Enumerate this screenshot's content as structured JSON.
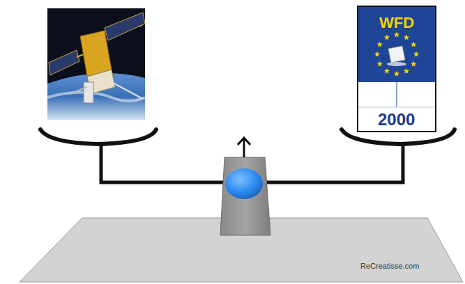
{
  "diagram": {
    "nodes": [
      {
        "text": [
          "WFD",
          "2000"
        ]
      }
    ],
    "labels": [
      "ReCreatisse.com"
    ]
  }
}
